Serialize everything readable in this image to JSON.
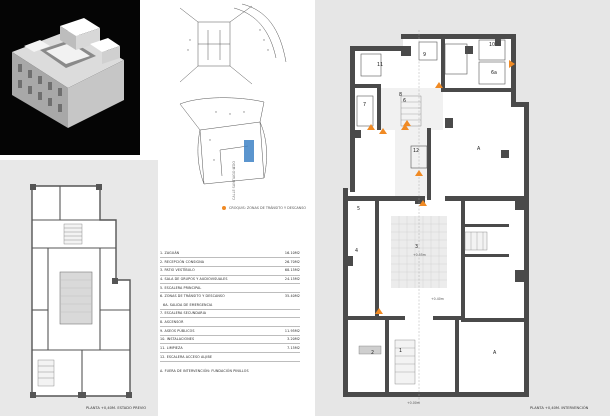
{
  "legend": {
    "items": [
      {
        "label": "1. Zaguán",
        "area": "16.10m2"
      },
      {
        "label": "2. Recepción consigna",
        "area": "26.70m2"
      },
      {
        "label": "3. Patio vestíbulo",
        "area": "68.15m2"
      },
      {
        "label": "4. Sala de grupos y audiovisuales",
        "area": "24.15m2"
      },
      {
        "label": "5. Escalera principal",
        "area": ""
      },
      {
        "label": "6. Zonas de tránsito y descanso",
        "area": "35.40m2"
      },
      {
        "label": "6a. Salida de emergencia",
        "area": "",
        "sub": true
      },
      {
        "label": "7. Escalera secundaria",
        "area": ""
      },
      {
        "label": "8. Ascensor",
        "area": ""
      },
      {
        "label": "9. Aseos públicos",
        "area": "11.95m2"
      },
      {
        "label": "10. Instalaciones",
        "area": "3.20m2"
      },
      {
        "label": "11. Limpieza",
        "area": "7.15m2"
      },
      {
        "label": "12. Escalera acceso aljibe",
        "area": ""
      },
      {
        "label": "A. Fuera de intervención: Fundación Pinillos",
        "area": ""
      }
    ]
  },
  "sketch_note": "Croquis: zonas de tránsito y descanso",
  "captions": {
    "left_plan": "Planta +0,40m. Estado previo",
    "right_plan": "Planta +0,40m. Intervención"
  },
  "street_label": "Calle Santiago Izdo",
  "levels": {
    "patio": "+0.55m",
    "rear": "+0.40m",
    "entry": "+0.00m"
  },
  "room_labels": {
    "r1": "1",
    "r2": "2",
    "r3": "3",
    "r4": "4",
    "r5": "5",
    "r6": "6",
    "r6a": "6a",
    "r7": "7",
    "r8": "8",
    "r9": "9",
    "r10": "10",
    "r11": "11",
    "r12": "12",
    "rA1": "A",
    "rA2": "A"
  },
  "colors": {
    "wall": "#4a4a4a",
    "accent": "#f08a24",
    "panel_bg": "#e6e6e6"
  }
}
